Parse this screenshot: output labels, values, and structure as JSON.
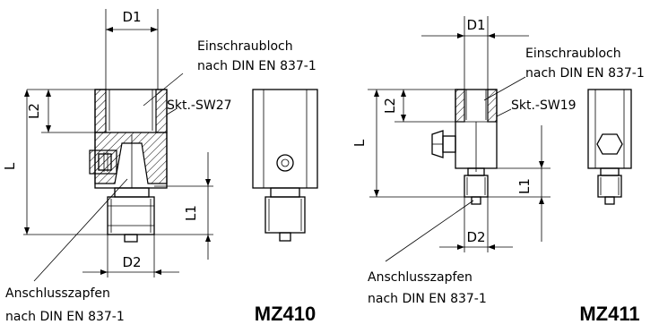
{
  "left": {
    "model": "MZ410",
    "d1": "D1",
    "d2": "D2",
    "l": "L",
    "l1": "L1",
    "l2": "L2",
    "note_top_1": "Einschraubloch",
    "note_top_2": "nach DIN EN 837-1",
    "spanner": "Skt.-SW27",
    "note_bottom_1": "Anschlusszapfen",
    "note_bottom_2": "nach DIN EN 837-1"
  },
  "right": {
    "model": "MZ411",
    "d1": "D1",
    "d2": "D2",
    "l": "L",
    "l1": "L1",
    "l2": "L2",
    "note_top_1": "Einschraubloch",
    "note_top_2": "nach DIN EN 837-1",
    "spanner": "Skt.-SW19",
    "note_bottom_1": "Anschlusszapfen",
    "note_bottom_2": "nach DIN EN 837-1"
  },
  "colors": {
    "line": "#000000",
    "background": "#ffffff"
  }
}
